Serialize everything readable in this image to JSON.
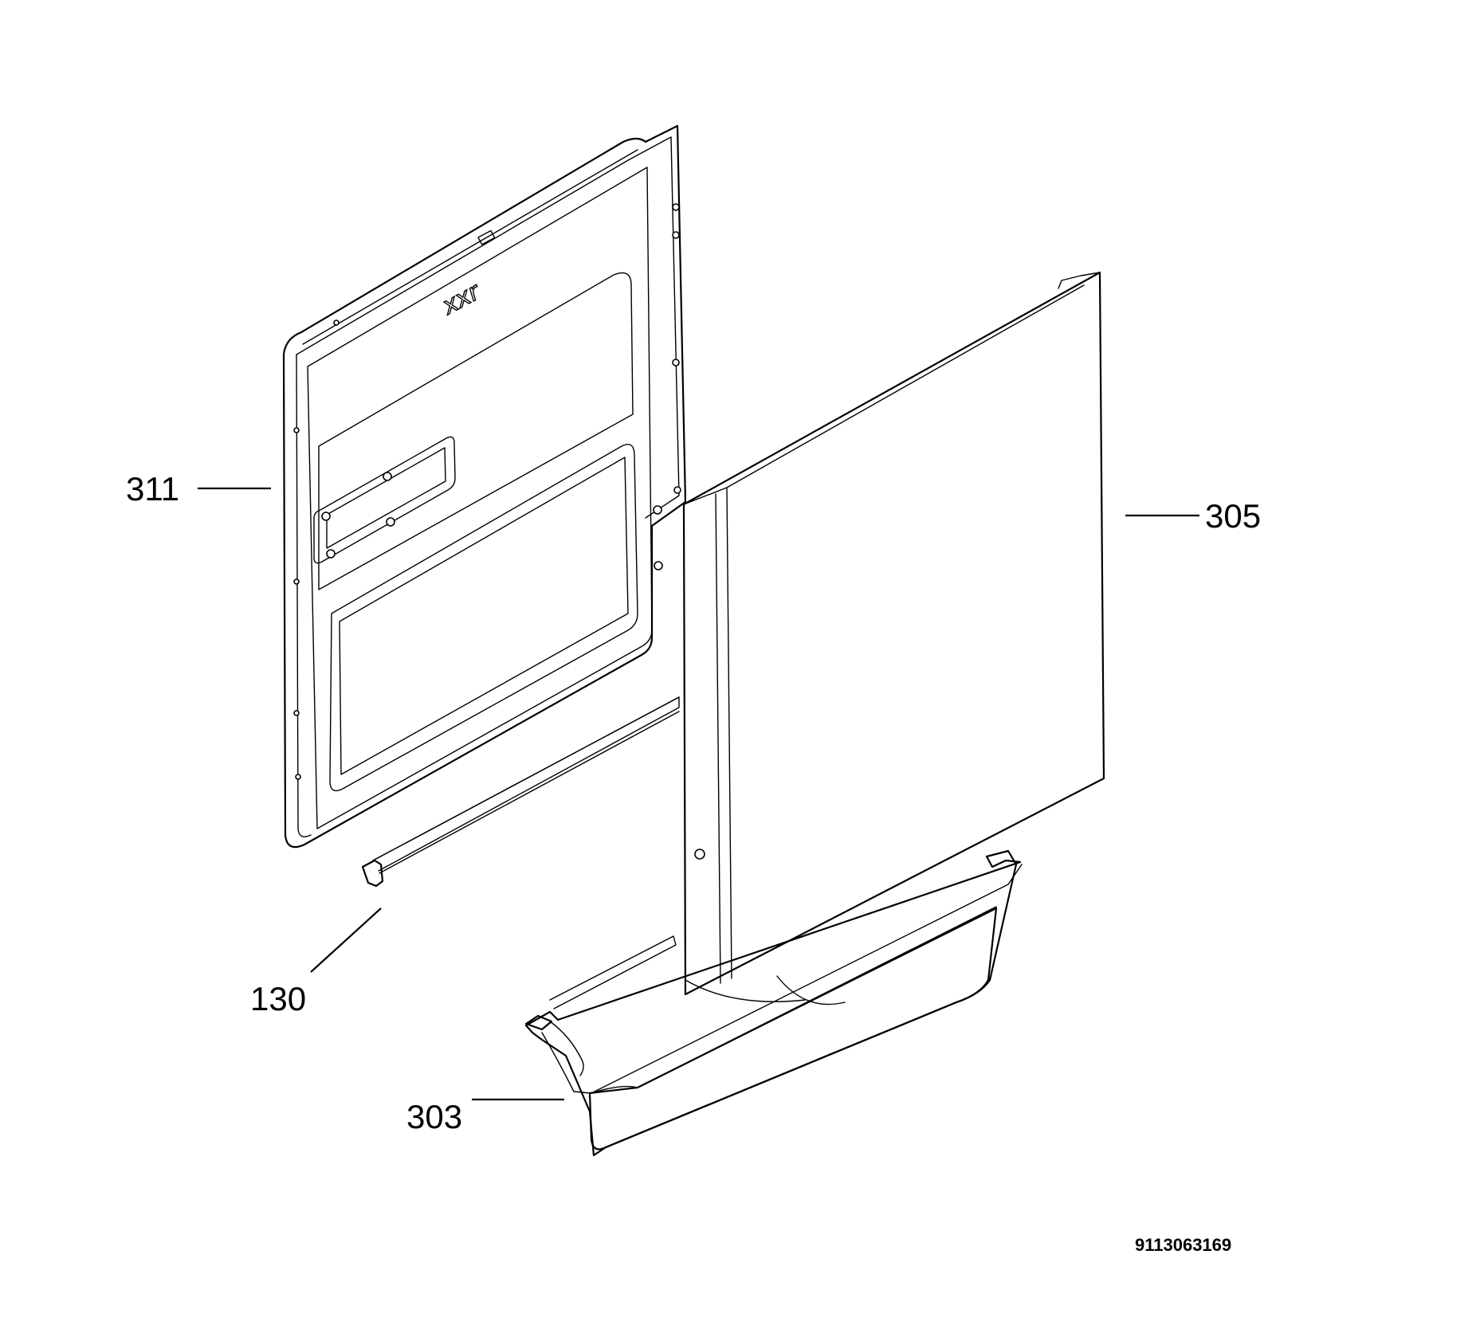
{
  "diagram": {
    "callouts": [
      {
        "id": "inner-door-panel",
        "label": "311"
      },
      {
        "id": "outer-door-panel",
        "label": "305"
      },
      {
        "id": "door-seal-strip",
        "label": "130"
      },
      {
        "id": "door-handle-trim",
        "label": "303"
      }
    ],
    "panel_marking": "xxr",
    "document_number": "9113063169",
    "colors": {
      "line": "#000000",
      "background": "#ffffff"
    }
  }
}
